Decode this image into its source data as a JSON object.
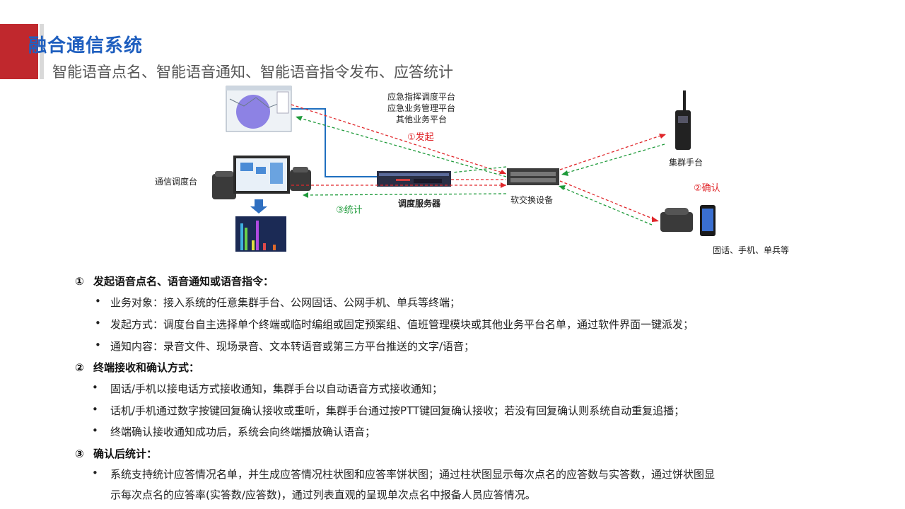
{
  "header": {
    "title": "融合通信系统",
    "subtitle": "智能语音点名、智能语音通知、智能语音指令发布、应答统计"
  },
  "diagram": {
    "platform_lines": [
      "应急指挥调度平台",
      "应急业务管理平台",
      "其他业务平台"
    ],
    "step1": "①发起",
    "step2": "②确认",
    "step3": "③统计",
    "console_label": "通信调度台",
    "server_label": "调度服务器",
    "softswitch_label": "软交换设备",
    "radio_label": "集群手台",
    "phones_label": "固话、手机、单兵等",
    "colors": {
      "red": "#e0262a",
      "green": "#1e9a3a",
      "blue": "#1f6fbf"
    }
  },
  "sections": [
    {
      "num": "①",
      "title": "发起语音点名、语音通知或语音指令：",
      "items": [
        "业务对象：接入系统的任意集群手台、公网固话、公网手机、单兵等终端；",
        "发起方式：调度台自主选择单个终端或临时编组或固定预案组、值班管理模块或其他业务平台名单，通过软件界面一键派发；",
        "通知内容：录音文件、现场录音、文本转语音或第三方平台推送的文字/语音；"
      ]
    },
    {
      "num": "②",
      "title": "终端接收和确认方式：",
      "items": [
        "固话/手机以接电话方式接收通知，集群手台以自动语音方式接收通知；",
        "话机/手机通过数字按键回复确认接收或重听，集群手台通过按PTT键回复确认接收；若没有回复确认则系统自动重复追播；",
        "终端确认接收通知成功后，系统会向终端播放确认语音；"
      ]
    },
    {
      "num": "③",
      "title": "确认后统计：",
      "items": [
        "系统支持统计应答情况名单，并生成应答情况柱状图和应答率饼状图；通过柱状图显示每次点名的应答数与实答数，通过饼状图显",
        "示每次点名的应答率(实答数/应答数)，通过列表直观的呈现单次点名中报备人员应答情况。"
      ]
    }
  ],
  "bullet_char": "•"
}
